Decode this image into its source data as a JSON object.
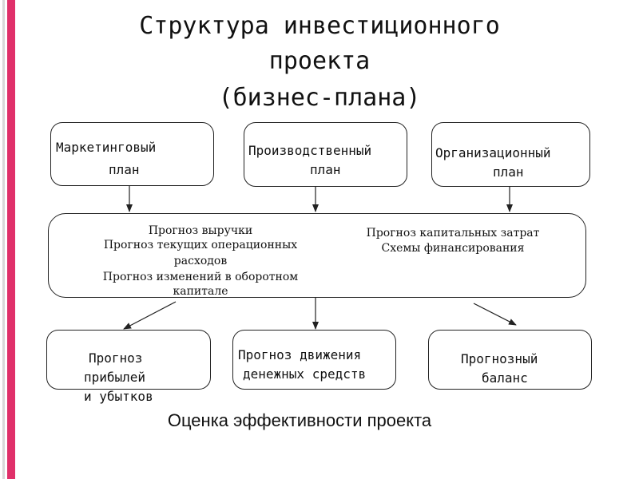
{
  "title": {
    "line1": "Структура инвестиционного",
    "line2": "проекта",
    "line3": "(бизнес-плана)"
  },
  "plans": {
    "marketing": {
      "line1": "Маркетинговый",
      "line2": "план"
    },
    "production": {
      "line1": "Производственный",
      "line2": "план"
    },
    "organizational": {
      "line1": "Организационный",
      "line2": "план"
    }
  },
  "forecasts": {
    "left": [
      "Прогноз выручки",
      "Прогноз текущих операционных",
      "расходов",
      "Прогноз изменений в оборотном",
      "капитале"
    ],
    "right": [
      "Прогноз капитальных затрат",
      "Схемы финансирования"
    ]
  },
  "outputs": {
    "profit_loss": {
      "line1": "Прогноз",
      "line2": "прибылей",
      "line3": "и убытков"
    },
    "cash_flow": {
      "line1": "Прогноз движения",
      "line2": "денежных средств"
    },
    "balance": {
      "line1": "Прогнозный",
      "line2": "баланс"
    }
  },
  "conclusion": "Оценка эффективности проекта",
  "colors": {
    "edge_bar_accent": "#e0306a",
    "line": "#222222",
    "text": "#111111"
  }
}
